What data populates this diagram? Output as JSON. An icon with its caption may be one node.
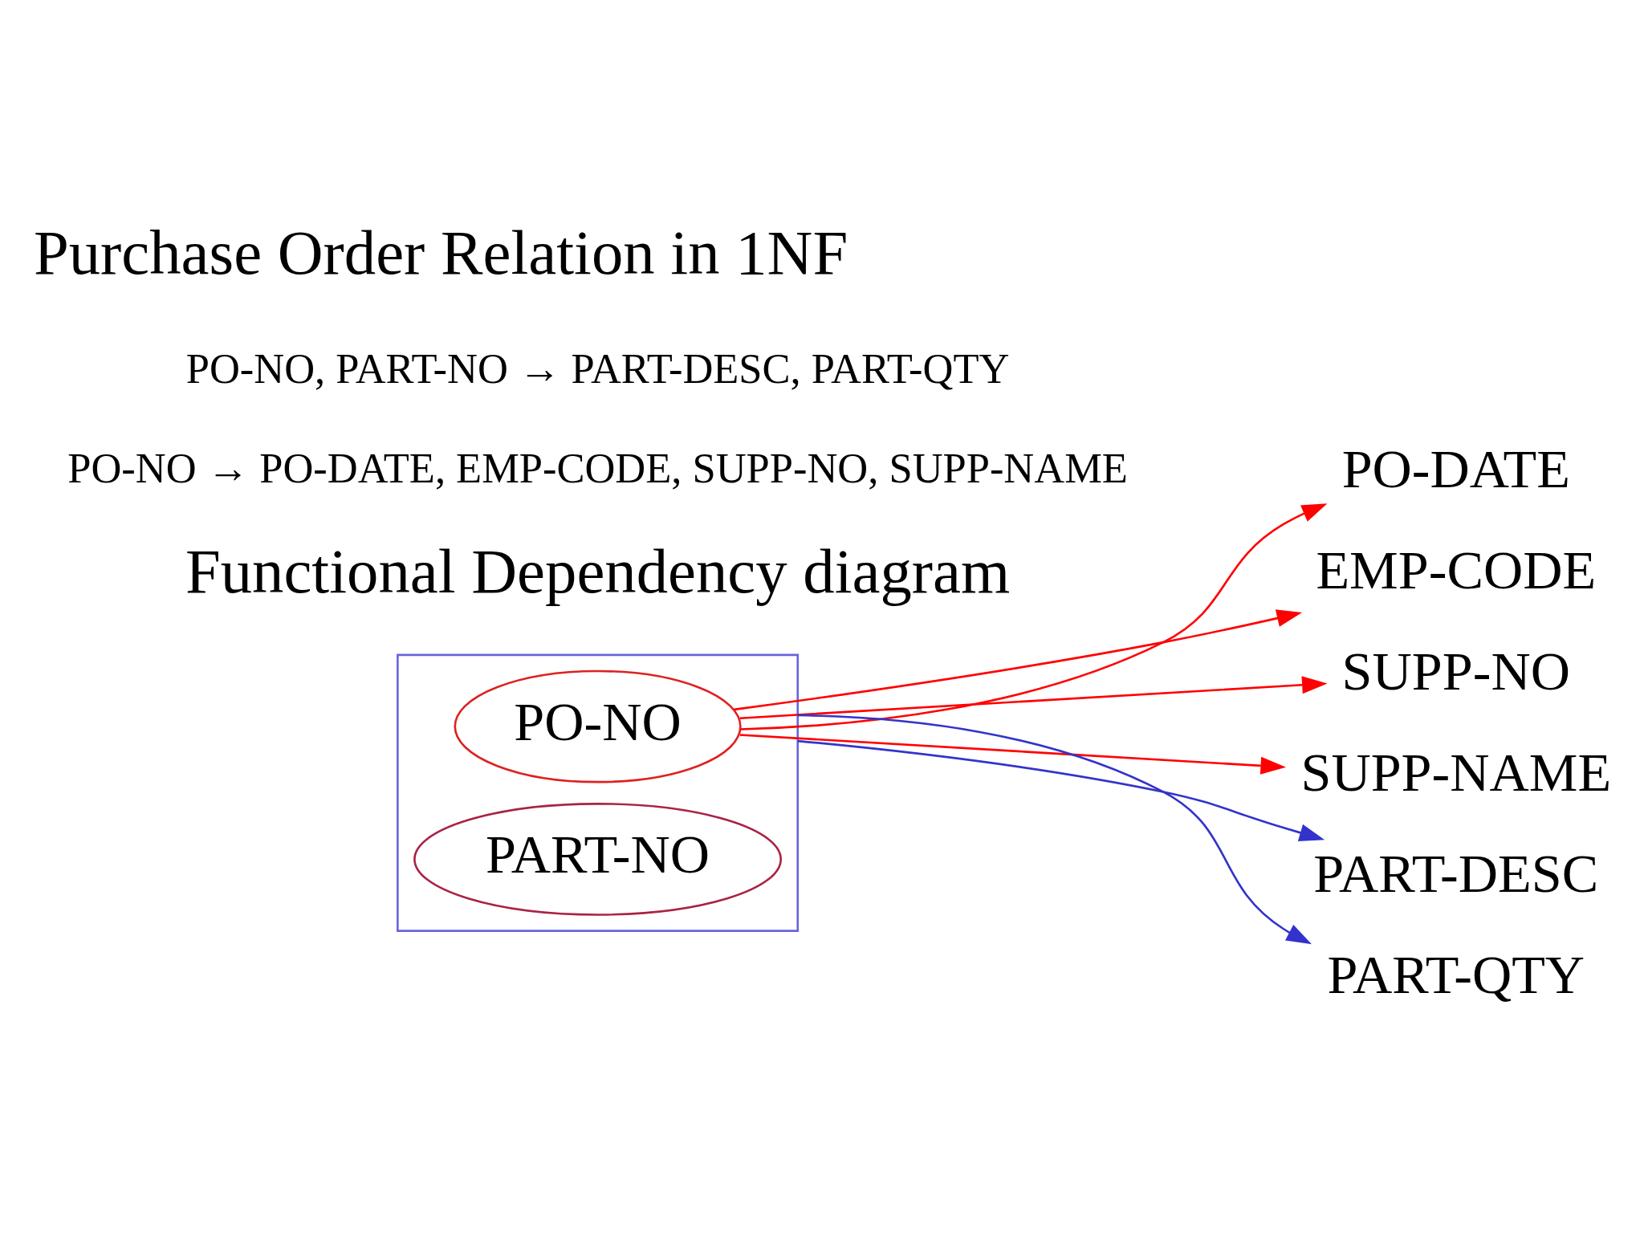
{
  "diagram": {
    "title": "Purchase Order Relation in 1NF",
    "nodes": [
      {
        "text": [],
        "shape": "box"
      },
      {
        "text": [
          "PO-NO"
        ],
        "in": 0
      },
      {
        "text": [
          "PART-NO"
        ],
        "in": 0
      },
      {
        "text": [
          "PO-DATE"
        ]
      },
      {
        "text": [
          "EMP-CODE"
        ]
      },
      {
        "text": [
          "SUPP-NO"
        ]
      },
      {
        "text": [
          "SUPP-NAME"
        ]
      },
      {
        "text": [
          "PART-DESC"
        ]
      },
      {
        "text": [
          "PART-QTY"
        ]
      }
    ],
    "edges": [
      {
        "from": 1,
        "to": 3,
        "arrow": "to",
        "color": "#ff0000"
      },
      {
        "from": 1,
        "to": 4,
        "arrow": "to",
        "color": "#ff0000"
      },
      {
        "from": 1,
        "to": 5,
        "arrow": "to",
        "color": "#ff0000"
      },
      {
        "from": 1,
        "to": 6,
        "arrow": "to",
        "color": "#ff0000"
      },
      {
        "from": 0,
        "to": 7,
        "arrow": "to",
        "color": "#3333cc"
      },
      {
        "from": 0,
        "to": 8,
        "arrow": "to",
        "color": "#3333cc"
      }
    ],
    "labels": [
      "Functional Dependency diagram",
      "PO-NO → PO-DATE, EMP-CODE, SUPP-NO, SUPP-NAME",
      "PO-NO, PART-NO → PART-DESC, PART-QTY"
    ]
  }
}
